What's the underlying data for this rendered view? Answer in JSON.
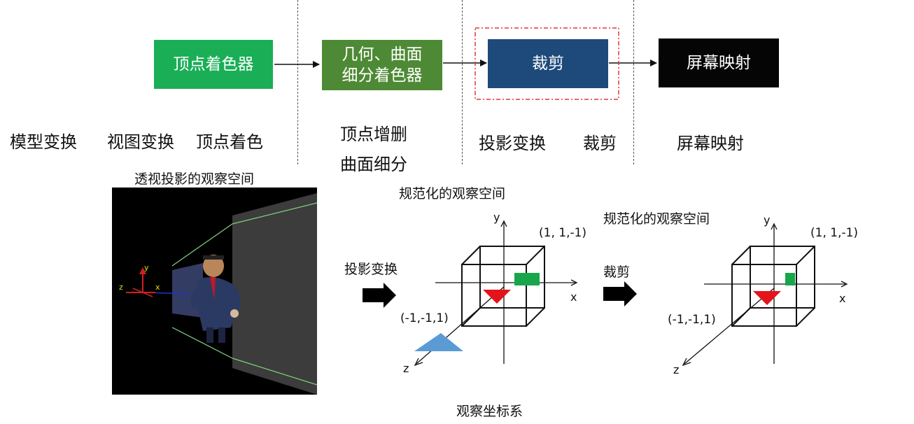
{
  "pipeline": {
    "stages": [
      {
        "id": "vertex-shader",
        "label": "顶点着色器",
        "color": "#1aae56"
      },
      {
        "id": "tess-geom-shader",
        "label_line1": "几何、曲面",
        "label_line2": "细分着色器",
        "color": "#4e8a35"
      },
      {
        "id": "clipping",
        "label": "裁剪",
        "color": "#1d4a7a"
      },
      {
        "id": "screen-mapping",
        "label": "屏幕映射",
        "color": "#050505"
      }
    ],
    "sublabels": {
      "model_transform": "模型变换",
      "view_transform": "视图变换",
      "vertex_shading": "顶点着色",
      "vertex_add_remove": "顶点增删",
      "surface_subdivision": "曲面细分",
      "projection_transform": "投影变换",
      "clipping": "裁剪",
      "screen_mapping": "屏幕映射"
    }
  },
  "bottom": {
    "perspective_title": "透视投影的观察空间",
    "normalized_title_1": "规范化的观察空间",
    "normalized_title_2": "规范化的观察空间",
    "projection_arrow_label": "投影变换",
    "clip_arrow_label": "裁剪",
    "coord_system_caption": "观察坐标系",
    "cube1": {
      "corner_max": "(1, 1,-1)",
      "corner_min": "(-1,-1,1)",
      "axis_x": "x",
      "axis_y": "y",
      "axis_z": "z"
    },
    "cube2": {
      "corner_max": "(1, 1,-1)",
      "corner_min": "(-1,-1,1)",
      "axis_x": "x",
      "axis_y": "y",
      "axis_z": "z"
    },
    "gizmo": {
      "axis_x": "x",
      "axis_y": "y",
      "axis_z": "z"
    },
    "colors": {
      "red_triangle": "#e4151a",
      "green_rect": "#18a64a",
      "blue_triangle": "#5b9bd5",
      "clip_outline": "#e8323c"
    }
  }
}
